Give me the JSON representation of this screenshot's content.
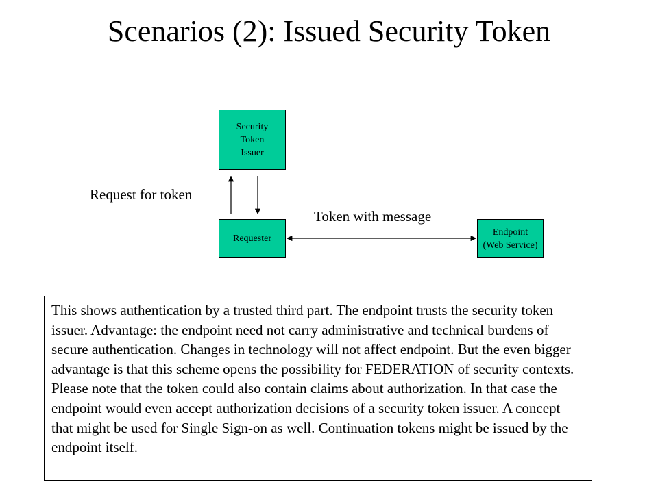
{
  "title": "Scenarios (2): Issued Security Token",
  "colors": {
    "node_fill": "#00cc99",
    "border": "#000000",
    "text": "#000000",
    "background": "#ffffff"
  },
  "diagram": {
    "nodes": {
      "issuer": "Security\nToken\nIssuer",
      "requester": "Requester",
      "endpoint": "Endpoint\n(Web Service)"
    },
    "labels": {
      "request": "Request for token",
      "token": "Token with message"
    },
    "edges": [
      {
        "from": "requester",
        "to": "issuer",
        "direction": "up"
      },
      {
        "from": "issuer",
        "to": "requester",
        "direction": "down"
      },
      {
        "from": "requester",
        "to": "endpoint",
        "direction": "both"
      }
    ]
  },
  "note": "This shows authentication by a trusted third part. The endpoint trusts the security token issuer. Advantage: the endpoint need not carry administrative and technical burdens of secure authentication. Changes in technology will not affect endpoint. But the even bigger advantage is that this scheme opens the possibility for FEDERATION of security contexts. Please note that the token could also contain claims about authorization. In that case the endpoint would even accept authorization decisions of a security token issuer. A concept that might be used for Single Sign-on as well. Continuation tokens might be issued by the endpoint itself."
}
